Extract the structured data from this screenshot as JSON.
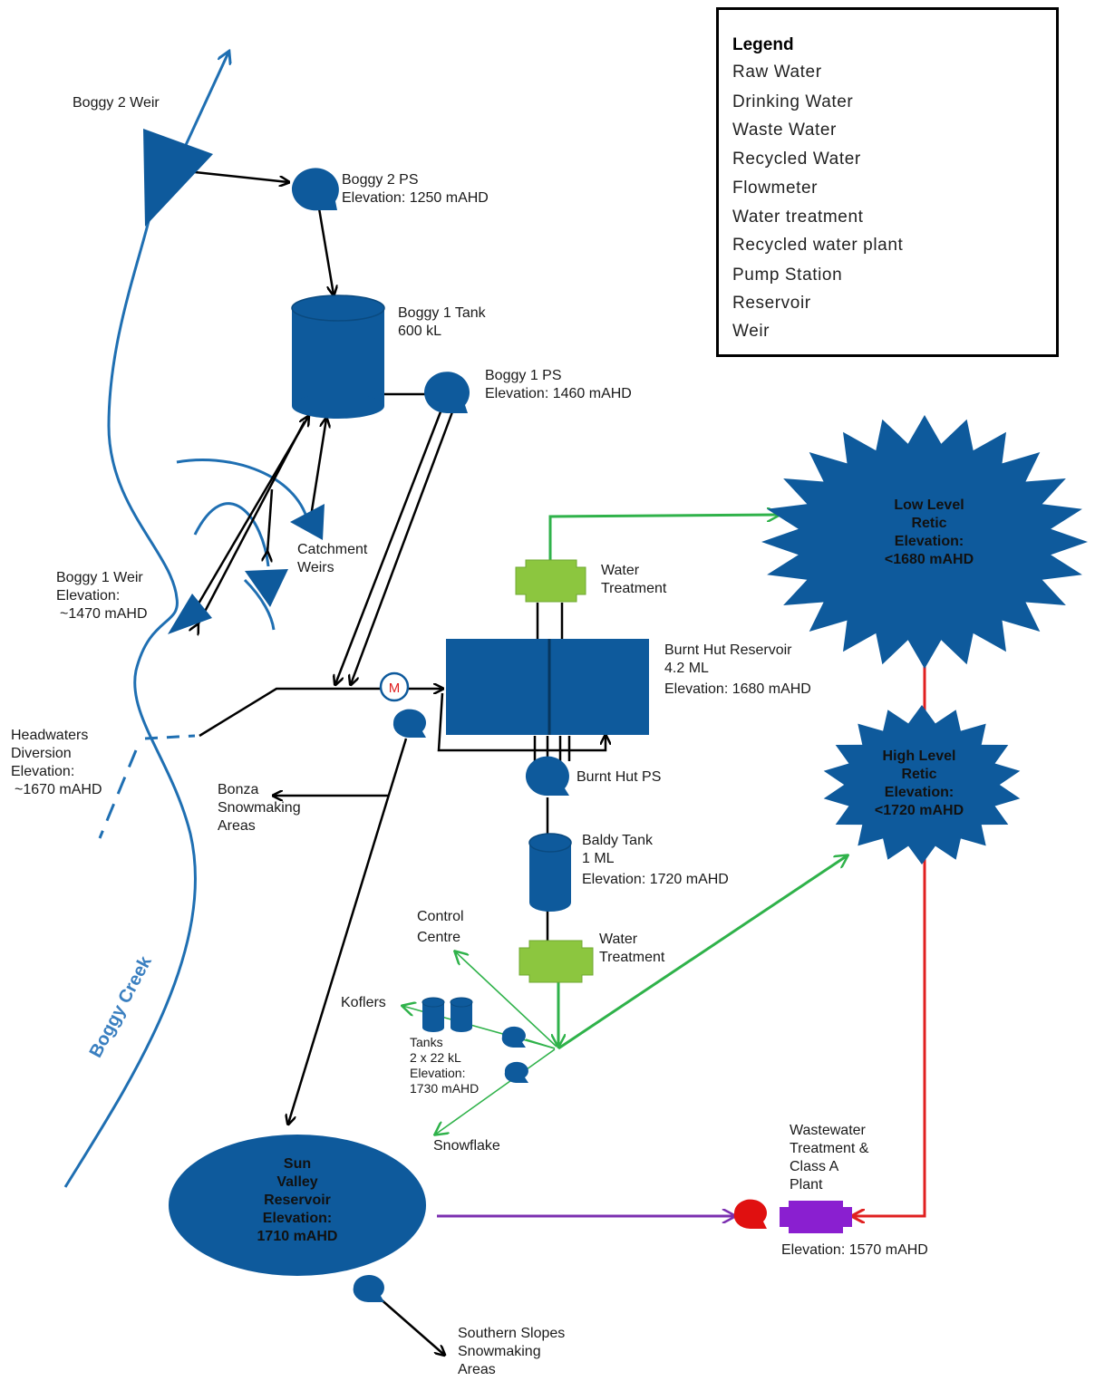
{
  "colors": {
    "raw_water": "#1f6fb2",
    "drinking_water": "#2fb24a",
    "waste_water": "#e02020",
    "recycled_water": "#7b2fb0",
    "node_blue": "#0e5a9c",
    "treatment_green": "#8cc63f",
    "recycled_plant_purple": "#8a1fd0",
    "pump_red": "#e01010",
    "arrow_black": "#000000"
  },
  "legend": {
    "title": "Legend",
    "items": [
      {
        "label": "Raw Water",
        "symbol": "raw-water-line"
      },
      {
        "label": "Drinking Water",
        "symbol": "drinking-water-line"
      },
      {
        "label": "Waste Water",
        "symbol": "waste-water-line"
      },
      {
        "label": "Recycled Water",
        "symbol": "recycled-water-line"
      },
      {
        "label": "Flowmeter",
        "symbol": "flowmeter-icon"
      },
      {
        "label": "Water treatment",
        "symbol": "water-treatment-icon"
      },
      {
        "label": "Recycled water plant",
        "symbol": "recycled-plant-icon"
      },
      {
        "label": "Pump Station",
        "symbol": "pump-station-icon"
      },
      {
        "label": "Reservoir",
        "symbol": "reservoir-icon"
      },
      {
        "label": "Weir",
        "symbol": "weir-icon"
      }
    ],
    "flowmeter_letter": "M"
  },
  "nodes": {
    "boggy2_weir": {
      "lines": [
        "Boggy 2 Weir"
      ]
    },
    "boggy2_ps": {
      "lines": [
        "Boggy 2 PS",
        "Elevation: 1250 mAHD"
      ]
    },
    "boggy1_tank": {
      "lines": [
        "Boggy 1 Tank",
        "600 kL"
      ]
    },
    "boggy1_ps": {
      "lines": [
        "Boggy 1 PS",
        "Elevation: 1460 mAHD"
      ]
    },
    "catchment_weirs": {
      "lines": [
        "Catchment",
        "Weirs"
      ]
    },
    "boggy1_weir": {
      "lines": [
        "Boggy 1 Weir",
        "Elevation:",
        "~1470 mAHD"
      ]
    },
    "headwaters": {
      "lines": [
        "Headwaters",
        "Diversion",
        "Elevation:",
        "~1670 mAHD"
      ]
    },
    "bonza": {
      "lines": [
        "Bonza",
        "Snowmaking",
        "Areas"
      ]
    },
    "water_treatment_top": {
      "lines": [
        "Water",
        "Treatment"
      ]
    },
    "burnt_hut_reservoir": {
      "lines": [
        "Burnt Hut Reservoir",
        "4.2 ML",
        "Elevation: 1680 mAHD"
      ]
    },
    "burnt_hut_ps": {
      "lines": [
        "Burnt Hut PS"
      ]
    },
    "baldy_tank": {
      "lines": [
        "Baldy Tank",
        "1 ML",
        "Elevation: 1720 mAHD"
      ]
    },
    "control_centre": {
      "lines": [
        "Control",
        "Centre"
      ]
    },
    "water_treatment_bottom": {
      "lines": [
        "Water",
        "Treatment"
      ]
    },
    "koflers": {
      "lines": [
        "Koflers"
      ]
    },
    "kofler_tanks": {
      "lines": [
        "Tanks",
        "2 x 22 kL",
        "Elevation:",
        "1730 mAHD"
      ]
    },
    "snowflake": {
      "lines": [
        "Snowflake"
      ]
    },
    "low_level": {
      "lines": [
        "Low Level",
        "Retic",
        "Elevation:",
        "<1680 mAHD"
      ]
    },
    "high_level": {
      "lines": [
        "High Level",
        "Retic",
        "Elevation:",
        "<1720 mAHD"
      ]
    },
    "sun_valley": {
      "lines": [
        "Sun",
        "Valley",
        "Reservoir",
        "Elevation:",
        "1710 mAHD"
      ]
    },
    "wastewater_plant": {
      "lines": [
        "Wastewater",
        "Treatment &",
        "Class A",
        "Plant"
      ]
    },
    "wastewater_elev": {
      "lines": [
        "Elevation: 1570 mAHD"
      ]
    },
    "southern_slopes": {
      "lines": [
        "Southern Slopes",
        "Snowmaking",
        "Areas"
      ]
    },
    "boggy_creek": {
      "lines": [
        "Boggy Creek"
      ]
    }
  },
  "flowmeter_label": "M"
}
